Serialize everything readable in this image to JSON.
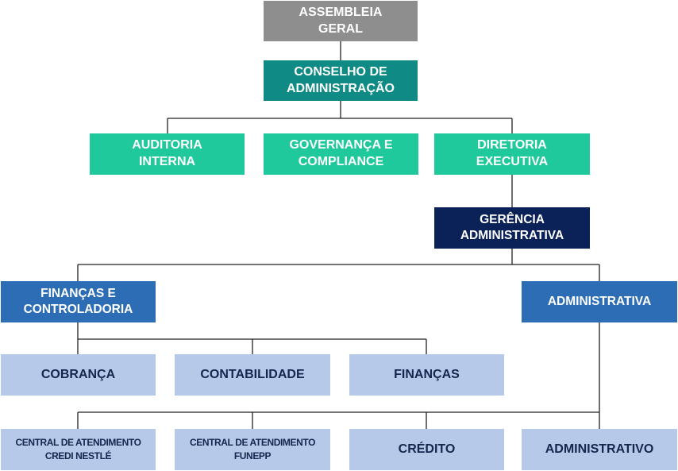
{
  "org": {
    "assembleia": "ASSEMBLEIA\nGERAL",
    "conselho": "CONSELHO DE\nADMINISTRAÇÃO",
    "auditoria": "AUDITORIA\nINTERNA",
    "governanca": "GOVERNANÇA E\nCOMPLIANCE",
    "diretoria": "DIRETORIA\nEXECUTIVA",
    "gerencia": "GERÊNCIA\nADMINISTRATIVA",
    "financas_controladoria": "FINANÇAS E\nCONTROLADORIA",
    "administrativa": "ADMINISTRATIVA",
    "cobranca": "COBRANÇA",
    "contabilidade": "CONTABILIDADE",
    "financas": "FINANÇAS",
    "central_nestle": "CENTRAL DE ATENDIMENTO\nCREDI NESTLÉ",
    "central_funepp": "CENTRAL DE ATENDIMENTO\nFUNEPP",
    "credito": "CRÉDITO",
    "administrativo": "ADMINISTRATIVO"
  },
  "colors": {
    "top": "#8e8e8e",
    "board": "#0f8a84",
    "committees": "#1fc99b",
    "management": "#0a2258",
    "departments": "#2d6db5",
    "units": "#b6c9e8",
    "connector": "#222222"
  }
}
